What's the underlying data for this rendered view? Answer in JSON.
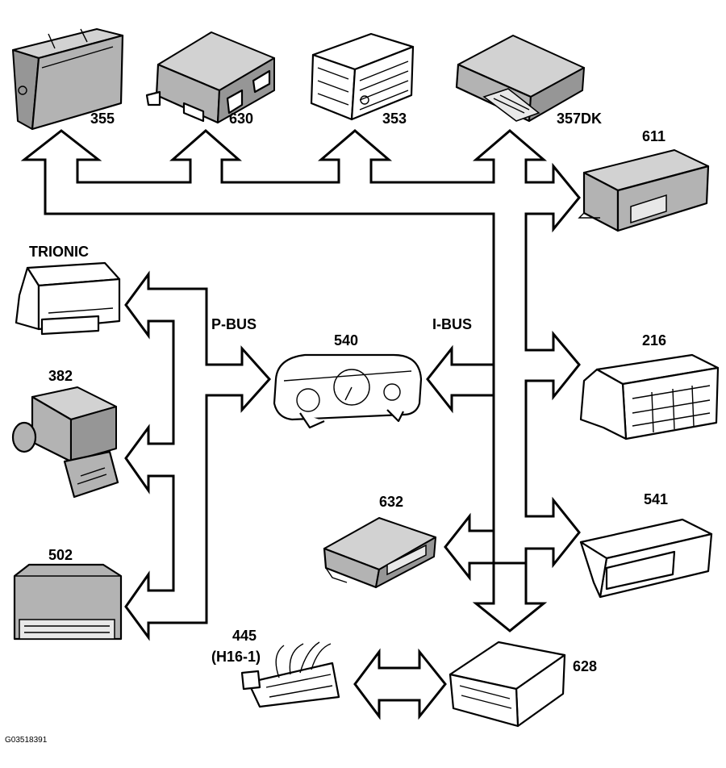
{
  "labels": {
    "m355": "355",
    "m630": "630",
    "m353": "353",
    "m357dk": "357DK",
    "m611": "611",
    "trionic": "TRIONIC",
    "m382": "382",
    "m502": "502",
    "pbus": "P-BUS",
    "m540": "540",
    "ibus": "I-BUS",
    "m216": "216",
    "m632": "632",
    "m541": "541",
    "m445": "445",
    "h16": "(H16-1)",
    "m628": "628"
  },
  "figure_id": "G03518391"
}
